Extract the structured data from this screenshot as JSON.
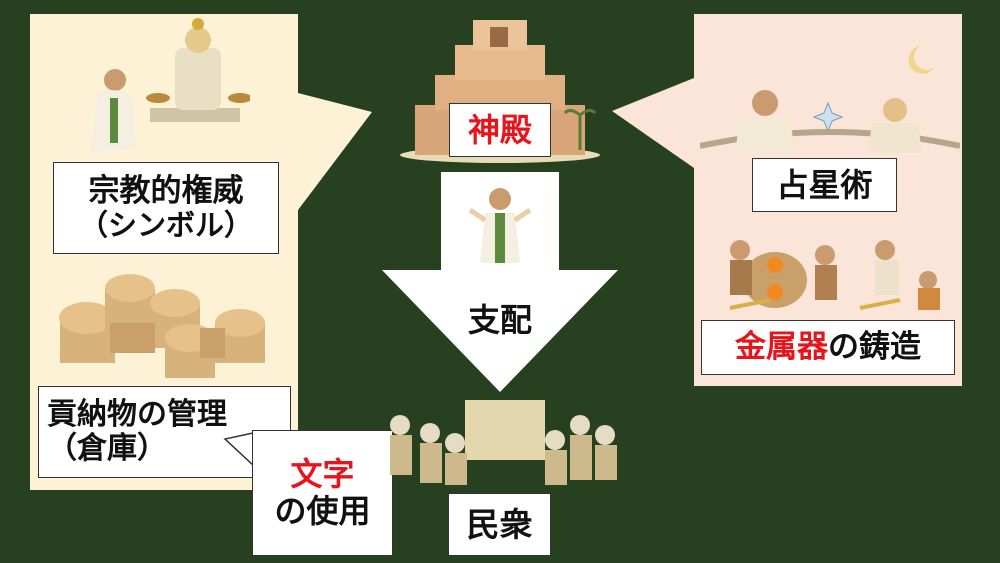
{
  "colors": {
    "background": "#27401f",
    "left_panel": "#fdf1d6",
    "right_panel": "#fbe4d8",
    "highlight_text": "#e8141b"
  },
  "center": {
    "temple_label": "神殿",
    "arrow_label": "支配",
    "people_label": "民衆"
  },
  "left_panel": {
    "religious_authority": {
      "line1": "宗教的権威",
      "line2": "（シンボル）"
    },
    "tribute": {
      "line1": "貢納物の管理",
      "line2": "（倉庫）"
    },
    "writing": {
      "highlight": "文字",
      "rest": "の使用"
    }
  },
  "right_panel": {
    "astrology": "占星術",
    "metal": {
      "highlight": "金属器",
      "rest": "の鋳造"
    }
  }
}
